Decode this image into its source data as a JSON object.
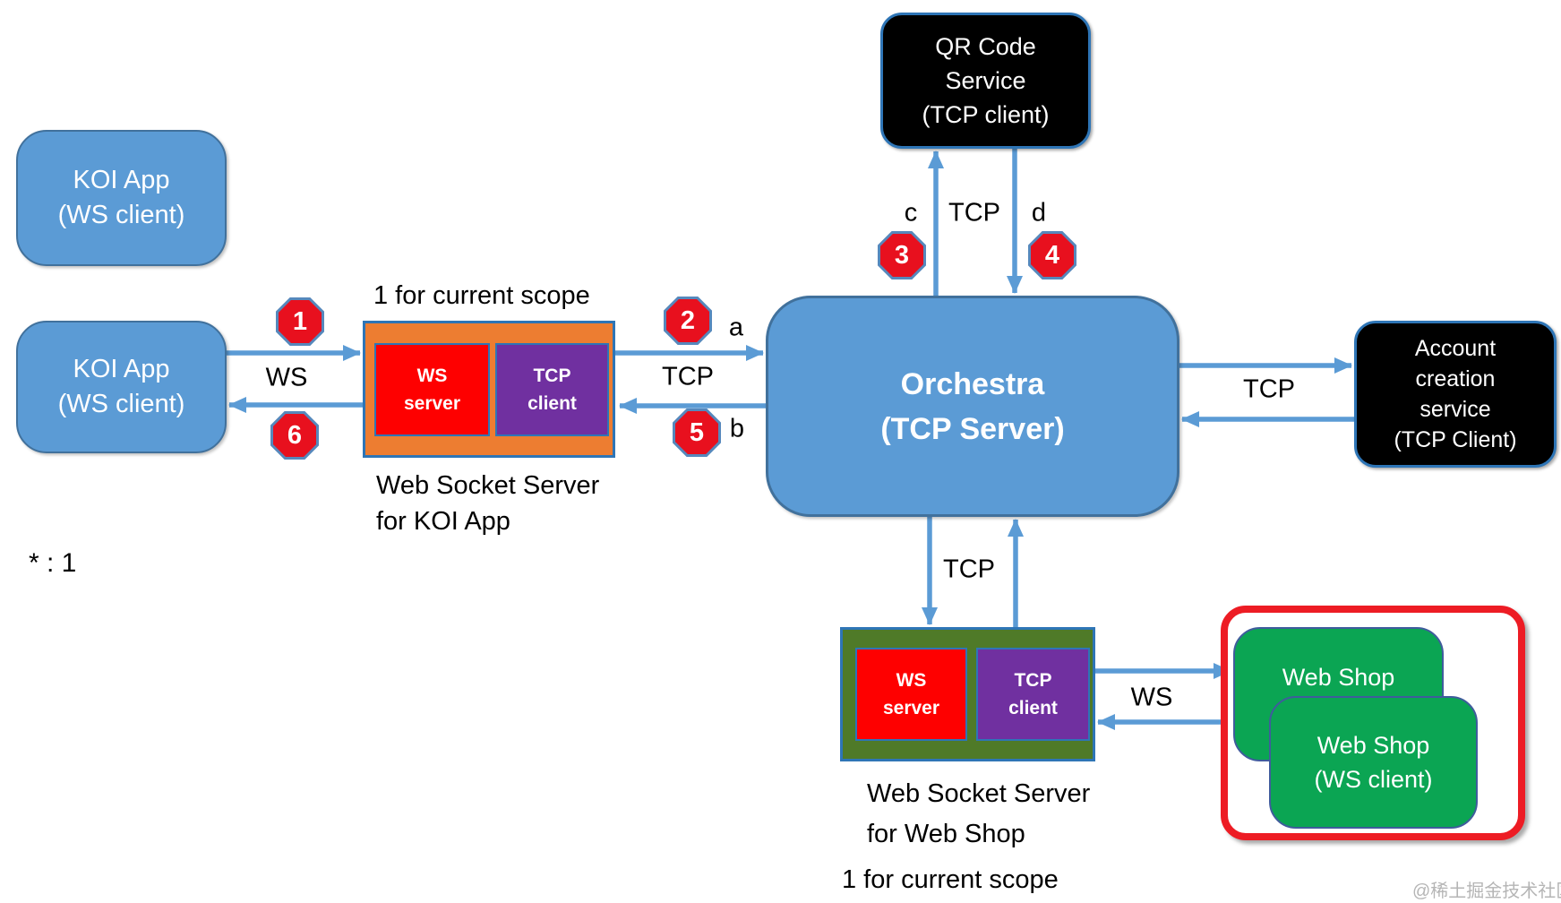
{
  "colors": {
    "node-blue": "#5B9BD5",
    "node-blue-border": "#41719C",
    "arrow-blue": "#5B9BD5",
    "box-orange": "#ED7D31",
    "box-green-dark": "#4F7A28",
    "inner-red": "#FE0000",
    "inner-purple": "#7030A0",
    "inner-border-blue": "#2E75B6",
    "node-black": "#000000",
    "shop-green": "#0BA553",
    "shop-green-border": "#3F5C9C",
    "badge-red": "#E8101E",
    "badge-border": "#5688BC",
    "highlight-red": "#ED1C24",
    "watermark-gray": "#B5B5B5"
  },
  "nodes": {
    "koi_app_top": "KOI App\n(WS client)",
    "koi_app": "KOI App\n(WS client)",
    "qr_service": "QR Code\nService\n(TCP client)",
    "orchestra": "Orchestra\n(TCP Server)",
    "account_service": "Account\ncreation\nservice\n(TCP Client)",
    "koi_ws_server": "WS\nserver",
    "koi_tcp_client": "TCP\nclient",
    "shop_ws_server": "WS\nserver",
    "shop_tcp_client": "TCP\nclient",
    "web_shop_back": "Web Shop\n(WS client)",
    "web_shop_front": "Web Shop\n(WS client)"
  },
  "captions": {
    "koi_scope": "1 for current scope",
    "koi_ws_caption": "Web Socket Server\nfor KOI App",
    "cardinality": "* : 1",
    "shop_ws_caption": "Web Socket Server\nfor Web Shop",
    "shop_scope": "1 for current scope",
    "watermark": "@稀土掘金技术社区"
  },
  "edge_labels": {
    "koi_ws": "WS",
    "koi_tcp": "TCP",
    "qr_tcp": "TCP",
    "account_tcp": "TCP",
    "shop_tcp": "TCP",
    "shop_ws": "WS",
    "step_a": "a",
    "step_b": "b",
    "step_c": "c",
    "step_d": "d"
  },
  "badges": {
    "b1": "1",
    "b2": "2",
    "b3": "3",
    "b4": "4",
    "b5": "5",
    "b6": "6"
  }
}
